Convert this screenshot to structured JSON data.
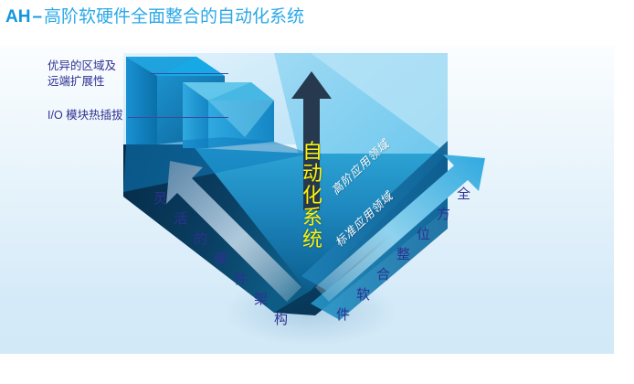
{
  "title": {
    "code": "AH",
    "dash": "–",
    "rest": "高阶软硬件全面整合的自动化系统"
  },
  "callouts": [
    {
      "id": "region",
      "line1": "优异的区域及",
      "line2": "远端扩展性"
    },
    {
      "id": "io",
      "line1": "I/O 模块热插拔",
      "line2": ""
    }
  ],
  "center_arrow": {
    "icon": "up-arrow-icon",
    "vertical_text": [
      "自",
      "动",
      "化",
      "系",
      "统"
    ],
    "color": "#FFF200"
  },
  "bands": [
    {
      "id": "high",
      "label": "高阶应用领域"
    },
    {
      "id": "standard",
      "label": "标准应用领域"
    }
  ],
  "left_arrow": {
    "icon": "up-left-arrow-icon",
    "chars": [
      "灵",
      "活",
      "的",
      "硬",
      "件",
      "架",
      "构"
    ],
    "full_text": "灵活的硬件架构"
  },
  "right_arrow": {
    "icon": "up-right-arrow-icon",
    "chars": [
      "全",
      "方",
      "位",
      "整",
      "合",
      "软",
      "件"
    ],
    "full_text": "全方位整合软件"
  },
  "colors": {
    "title_accent": "#1296E0",
    "title_text": "#2BA8E8",
    "label_text": "#2E3192",
    "yellow": "#FFF200",
    "panel_top": "#fbfdff",
    "panel_bottom": "#d2e9f7",
    "v_dark": "#063A5E",
    "v_mid": "#1A7CB2",
    "v_light": "#8FD4F0"
  }
}
